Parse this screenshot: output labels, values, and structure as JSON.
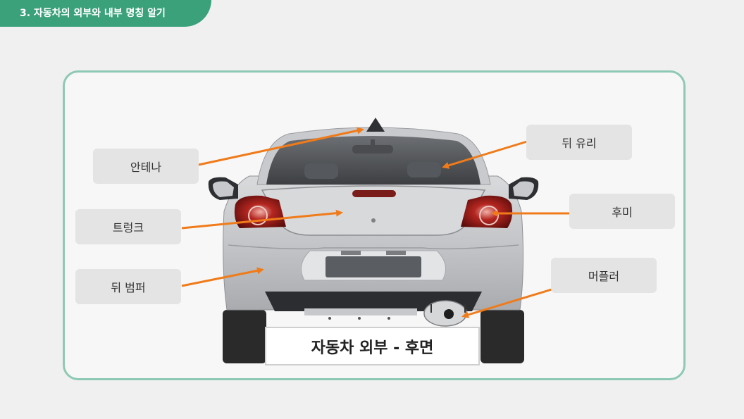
{
  "header": {
    "title": "3. 자동차의 외부와 내부 명칭 알기"
  },
  "labels": {
    "antenna": "안테나",
    "trunk": "트렁크",
    "rear_bumper": "뒤 범퍼",
    "rear_glass": "뒤 유리",
    "tail_light": "후미",
    "muffler": "머플러"
  },
  "caption": "자동차 외부 - 후면",
  "colors": {
    "header_bg": "#3aa17b",
    "panel_border": "#8ec9b3",
    "arrow": "#f07b1a"
  }
}
